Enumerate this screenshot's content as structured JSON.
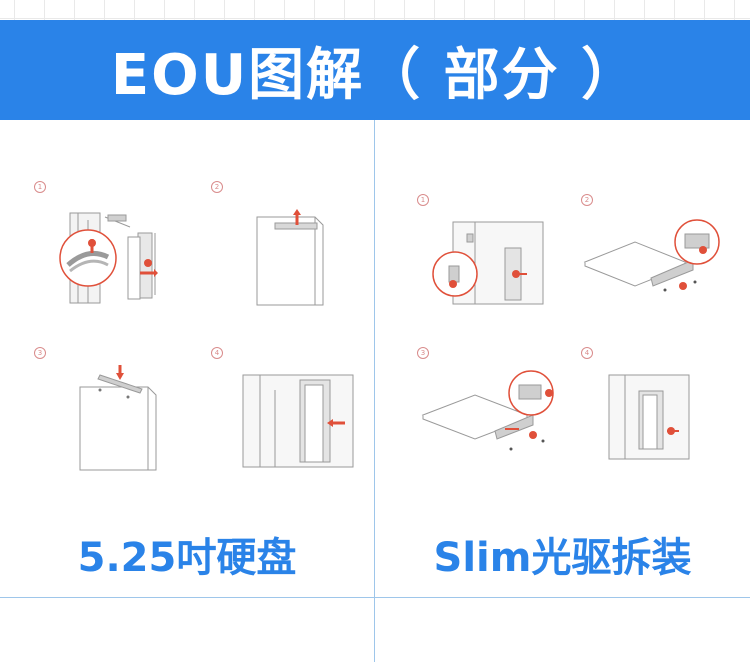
{
  "header": {
    "title": "EOU图解（ 部分 ）",
    "accent_color": "#2a83e8"
  },
  "left_panel": {
    "caption": "5.25吋硬盘",
    "steps": [
      "1",
      "2",
      "3",
      "4"
    ]
  },
  "right_panel": {
    "caption": "Slim光驱拆装",
    "steps": [
      "1",
      "2",
      "3",
      "4"
    ]
  },
  "colors": {
    "arrow_red": "#e0503a",
    "line_gray": "#9a9a9a",
    "divider": "#9ec6ea"
  }
}
